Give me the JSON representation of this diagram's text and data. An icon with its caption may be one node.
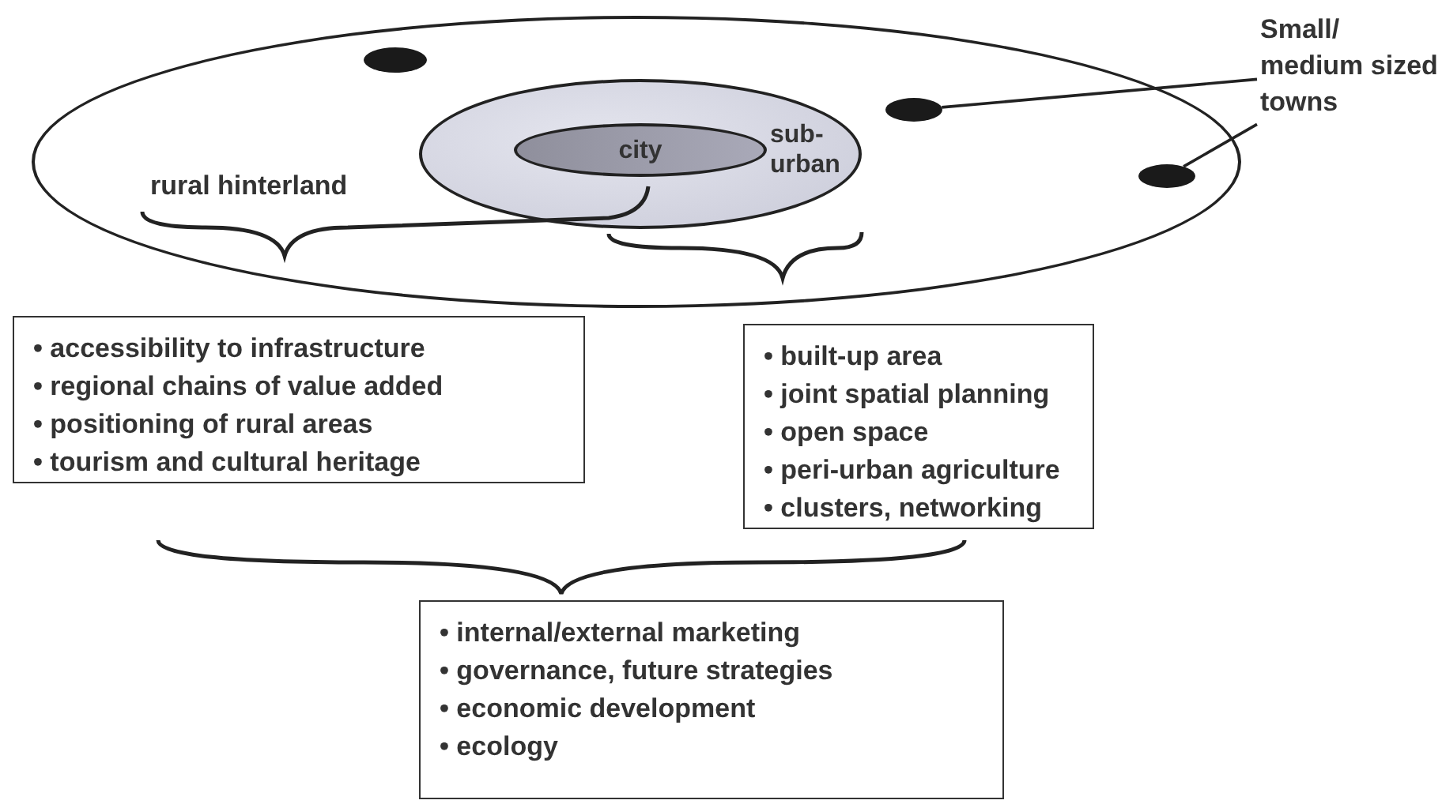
{
  "diagram": {
    "nodes": [
      {
        "text": [],
        "shape": "ellipse"
      },
      {
        "text": [
          "sub- urban"
        ],
        "in": 0
      },
      {
        "text": [
          "city"
        ],
        "in": 1
      },
      {
        "text": [],
        "shape": "ellipse",
        "in": 0
      },
      {
        "text": [],
        "shape": "ellipse",
        "in": 0
      },
      {
        "text": [],
        "shape": "ellipse",
        "in": 0
      },
      {
        "text": [
          "Small/ medium sized towns"
        ]
      },
      {
        "text": [
          "• accessibility to infrastructure",
          "• regional chains of value added",
          "• positioning of rural areas",
          "• tourism and cultural heritage"
        ]
      },
      {
        "text": [
          "• built-up area",
          "• joint spatial planning",
          "• open space",
          "• peri-urban agriculture",
          "• clusters, networking"
        ]
      },
      {
        "text": [
          "• internal/external marketing",
          "• governance, future strategies",
          "• economic development",
          "• ecology"
        ]
      }
    ],
    "edges": [
      {
        "from": 6,
        "to": 4,
        "arrow": "none"
      },
      {
        "from": 6,
        "to": 5,
        "arrow": "none"
      }
    ],
    "labels": [
      "rural hinterland"
    ]
  }
}
